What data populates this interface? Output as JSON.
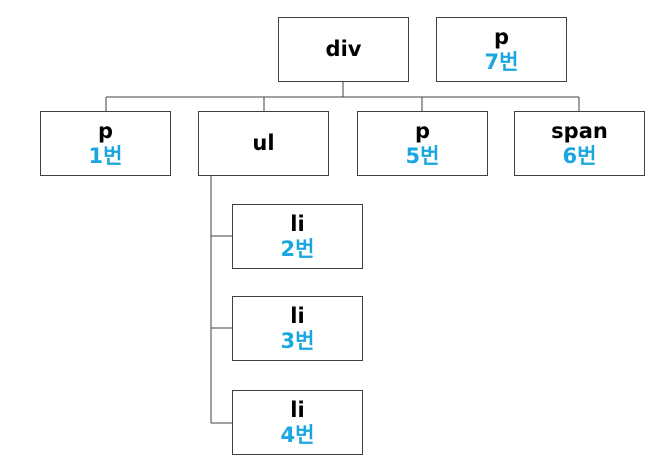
{
  "colors": {
    "tag_text": "#000000",
    "order_text": "#1aa7e0",
    "border": "#404040",
    "connector": "#404040"
  },
  "nodes": {
    "div": {
      "tag": "div"
    },
    "p7": {
      "tag": "p",
      "order": "7번"
    },
    "p1": {
      "tag": "p",
      "order": "1번"
    },
    "ul": {
      "tag": "ul"
    },
    "p5": {
      "tag": "p",
      "order": "5번"
    },
    "span": {
      "tag": "span",
      "order": "6번"
    },
    "li2": {
      "tag": "li",
      "order": "2번"
    },
    "li3": {
      "tag": "li",
      "order": "3번"
    },
    "li4": {
      "tag": "li",
      "order": "4번"
    }
  }
}
